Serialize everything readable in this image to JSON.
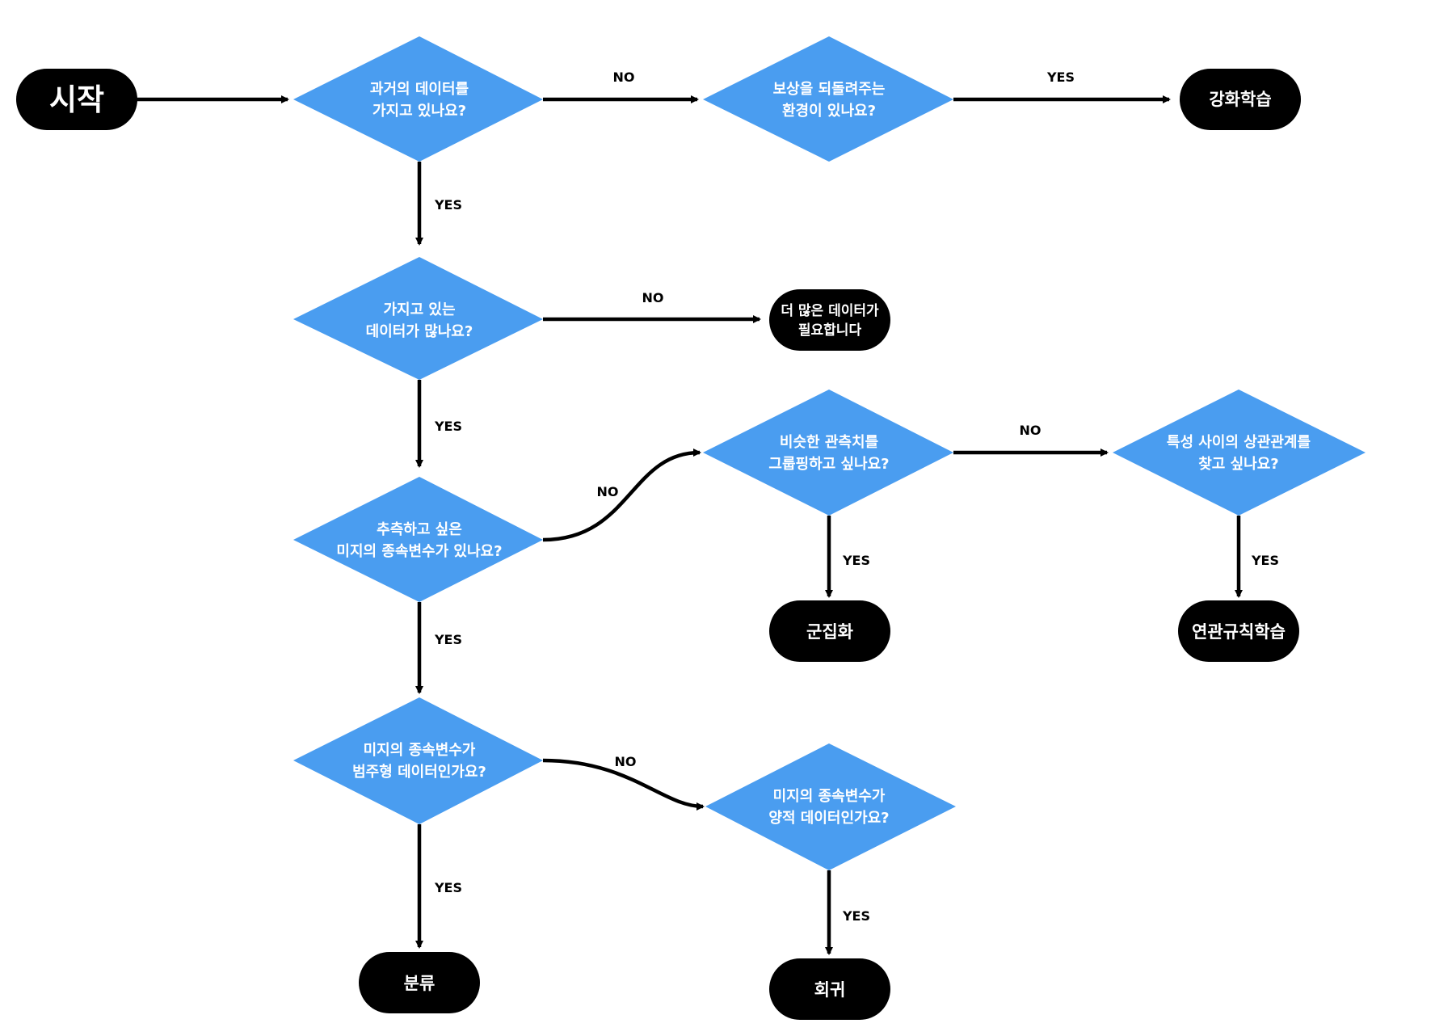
{
  "nodes": {
    "start": "시작",
    "has_data": [
      "과거의 데이터를",
      "가지고 있나요?"
    ],
    "reward_env": [
      "보상을 되돌려주는",
      "환경이 있나요?"
    ],
    "reinforcement": "강화학습",
    "enough_data": [
      "가지고 있는",
      "데이터가 많나요?"
    ],
    "need_more": [
      "더 많은 데이터가",
      "필요합니다"
    ],
    "predict_target": [
      "추측하고 싶은",
      "미지의 종속변수가 있나요?"
    ],
    "group_similar": [
      "비슷한 관측치를",
      "그룹핑하고 싶나요?"
    ],
    "find_correlation": [
      "특성 사이의 상관관계를",
      "찾고 싶나요?"
    ],
    "clustering": "군집화",
    "association": "연관규칙학습",
    "categorical": [
      "미지의 종속변수가",
      "범주형 데이터인가요?"
    ],
    "quantitative": [
      "미지의 종속변수가",
      "양적 데이터인가요?"
    ],
    "classification": "분류",
    "regression": "회귀"
  },
  "edges": {
    "has_data_no": "NO",
    "reward_env_yes": "YES",
    "has_data_yes": "YES",
    "enough_data_no": "NO",
    "enough_data_yes": "YES",
    "predict_target_no": "NO",
    "group_similar_no": "NO",
    "group_similar_yes": "YES",
    "find_correlation_yes": "YES",
    "predict_target_yes": "YES",
    "categorical_no": "NO",
    "categorical_yes": "YES",
    "quantitative_yes": "YES"
  },
  "colors": {
    "decision": "#4A9DF0",
    "terminal": "#000000",
    "arrow": "#000000"
  }
}
